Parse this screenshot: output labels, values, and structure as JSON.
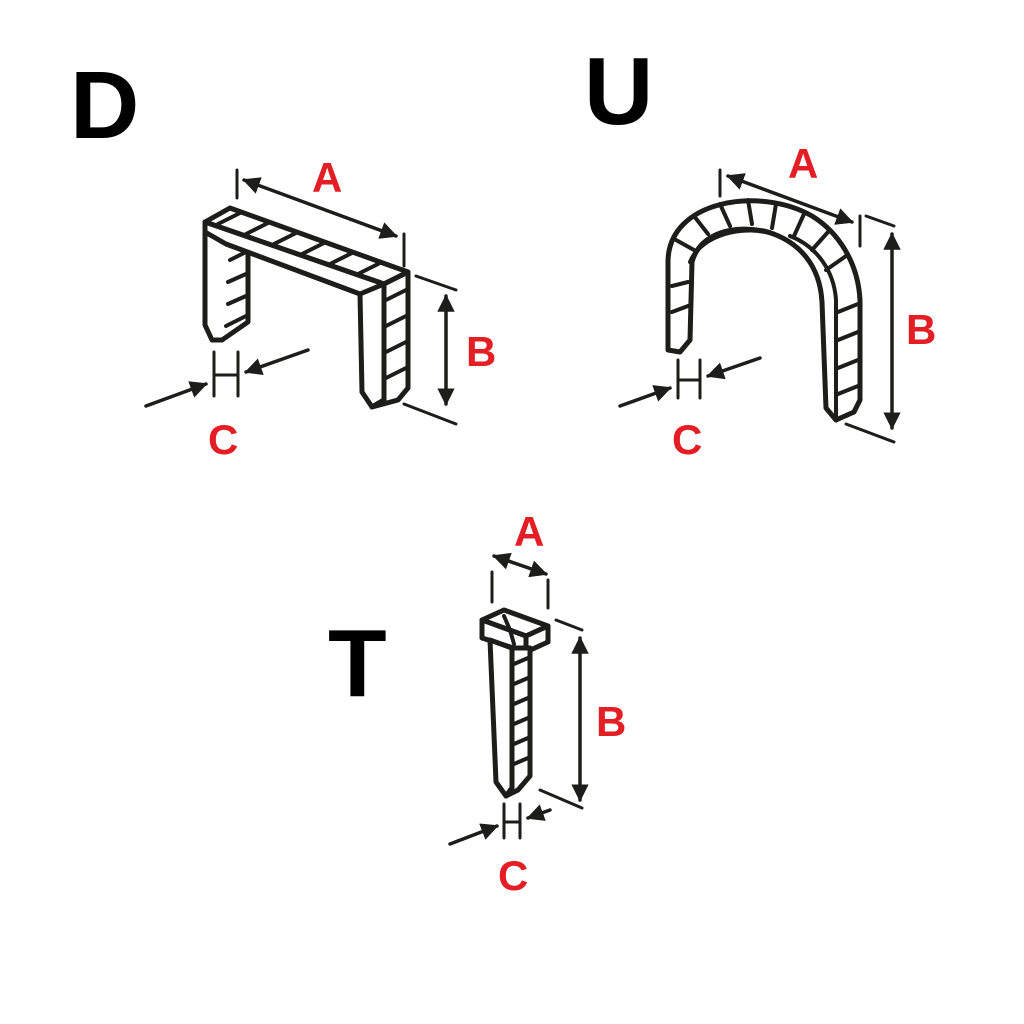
{
  "staples": [
    {
      "type_label": "D",
      "dimensions": {
        "length": "A",
        "leg": "B",
        "width": "C"
      }
    },
    {
      "type_label": "U",
      "dimensions": {
        "length": "A",
        "leg": "B",
        "width": "C"
      }
    },
    {
      "type_label": "T",
      "dimensions": {
        "length": "A",
        "leg": "B",
        "width": "C"
      }
    }
  ],
  "colors": {
    "label_color": "#e31e24",
    "line_color": "#1d1d1b",
    "letter_color": "#000000"
  }
}
